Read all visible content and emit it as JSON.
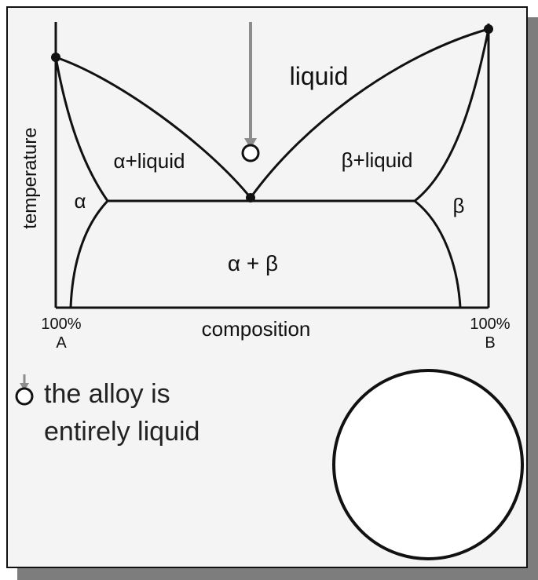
{
  "diagram": {
    "regions": {
      "liquid": "liquid",
      "alpha_liquid": "α+liquid",
      "beta_liquid": "β+liquid",
      "alpha": "α",
      "beta": "β",
      "alpha_beta": "α + β"
    },
    "axes": {
      "ylabel": "temperature",
      "xlabel": "composition",
      "left_pct": "100%",
      "left_comp": "A",
      "right_pct": "100%",
      "right_comp": "B"
    }
  },
  "legend": {
    "line1": "the alloy is",
    "line2": "entirely liquid"
  },
  "colors": {
    "line": "#111111",
    "arrow": "#8c8c8c",
    "panel": "#f4f4f4",
    "shadow": "#7d7d7d"
  }
}
